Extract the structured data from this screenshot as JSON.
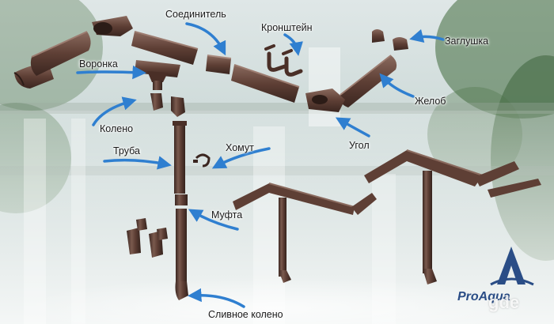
{
  "labels": {
    "joiner": "Соединитель",
    "bracket": "Кронштейн",
    "cap": "Заглушка",
    "funnel": "Воронка",
    "gutter": "Желоб",
    "elbow": "Колено",
    "clamp": "Хомут",
    "corner": "Угол",
    "pipe": "Труба",
    "coupling": "Муфта",
    "drain_elbow": "Сливное колено"
  },
  "brand": {
    "name": "ProAqua",
    "watermark": "gde"
  },
  "colors": {
    "part_brown": "#5e3f35",
    "part_dark": "#3b2620",
    "part_light": "#8a6a5e",
    "arrow_blue": "#2f7fd0",
    "brand_blue": "#2a4d86",
    "foliage": "#3f6a3c",
    "sky": "#e9efef"
  }
}
